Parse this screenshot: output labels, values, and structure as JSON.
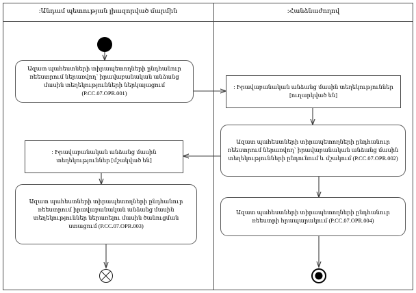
{
  "diagram": {
    "title": "UML Activity Diagram with Swimlanes",
    "edge_color": "#3d3d3d",
    "node_border_color": "#5a5a5a",
    "node_fill_color": "#ffffff",
    "control_node_color": "#000000"
  },
  "lanes": [
    {
      "id": "lane-member-state",
      "header": ":Անդամ պետության լիազորված մարմին"
    },
    {
      "id": "lane-commission",
      "header": ":Հանձնաժողով"
    }
  ],
  "nodes": {
    "initial": {
      "name": "initial-node",
      "label": ""
    },
    "action_opr001": {
      "code": "P.CC.07.OPR.001",
      "text": "Ազատ պահեստների տիրապետողների ընդհանուր ռեեստրում ներառվող՝ իրավաբանական անձանց մասին տեղեկությունների ներկայացում (P.CC.07.OPR.001)"
    },
    "object_sent": {
      "text": ": Իրավաբանական անձանց մասին տեղեկություններ [ուղարկված են]"
    },
    "action_opr002": {
      "code": "P.CC.07.OPR.002",
      "text": "Ազատ պահեստների տիրապետողների ընդհանուր ռեեստրում ներառվող՝ իրավաբանական անձանց մասին տեղեկությունների ընդունում և մշակում (P.CC.07.OPR.002)"
    },
    "object_processed": {
      "text": ": Իրավաբանական անձանց մասին տեղեկություններ [մշակված են]"
    },
    "action_opr003": {
      "code": "P.CC.07.OPR.003",
      "text": "Ազատ պահեստների տիրապետողների ընդհանուր ռեեստրում իրավաբանական անձանց մասին տեղեկություններ ներառելու մասին ծանուցման ստացում (P.CC.07.OPR.003)"
    },
    "action_opr004": {
      "code": "P.CC.07.OPR.004",
      "text": "Ազատ պահեստների տիրապետողների ընդհանուր ռեեստրի հրապարակում (P.CC.07.OPR.004)"
    },
    "flow_final": {
      "name": "flow-final-node",
      "label": ""
    },
    "activity_final": {
      "name": "activity-final-node",
      "label": ""
    }
  }
}
